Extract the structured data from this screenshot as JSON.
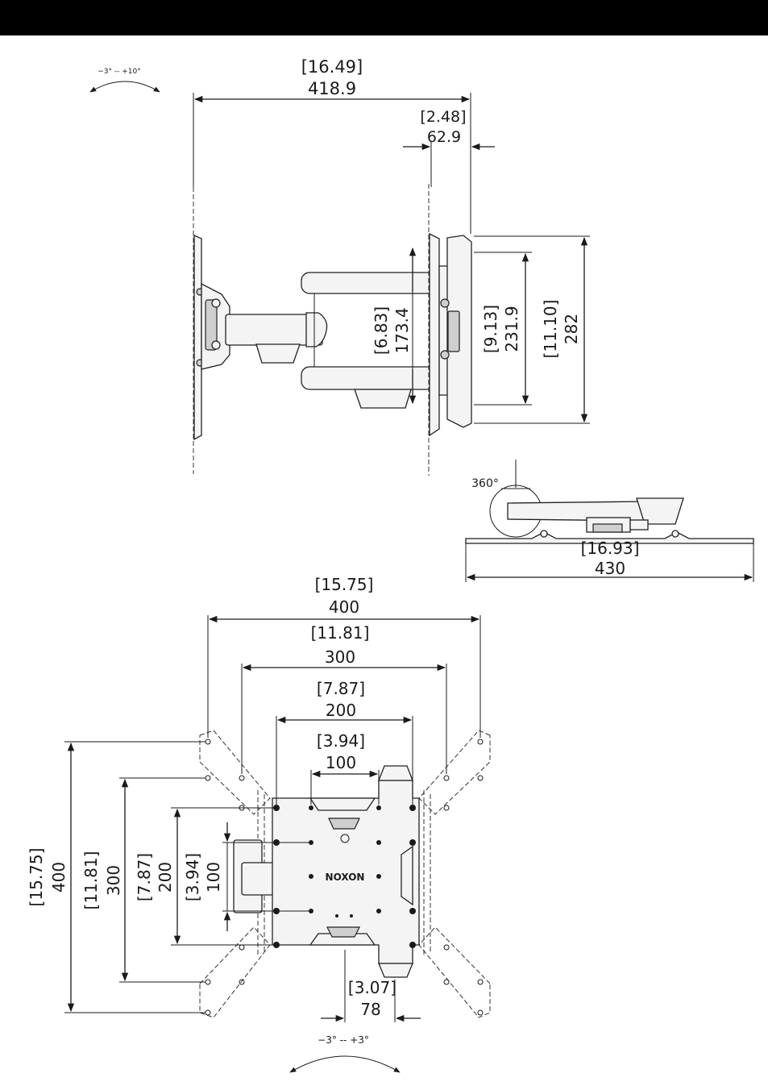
{
  "side_view": {
    "tilt_range": "−3° -- +10°",
    "overall_depth": {
      "inch": "[16.49]",
      "mm": "418.9"
    },
    "plate_depth": {
      "inch": "[2.48]",
      "mm": "62.9"
    },
    "arm_spacing": {
      "inch": "[6.83]",
      "mm": "173.4"
    },
    "hole_spacing": {
      "inch": "[9.13]",
      "mm": "231.9"
    },
    "plate_height": {
      "inch": "[11.10]",
      "mm": "282"
    }
  },
  "top_view": {
    "swivel": "360°",
    "width": {
      "inch": "[16.93]",
      "mm": "430"
    }
  },
  "front_view": {
    "logo": "NOXON",
    "level_range": "−3° -- +3°",
    "vesa_h": [
      {
        "inch": "[15.75]",
        "mm": "400"
      },
      {
        "inch": "[11.81]",
        "mm": "300"
      },
      {
        "inch": "[7.87]",
        "mm": "200"
      },
      {
        "inch": "[3.94]",
        "mm": "100"
      }
    ],
    "vesa_v": [
      {
        "inch": "[15.75]",
        "mm": "400"
      },
      {
        "inch": "[11.81]",
        "mm": "300"
      },
      {
        "inch": "[7.87]",
        "mm": "200"
      },
      {
        "inch": "[3.94]",
        "mm": "100"
      }
    ],
    "offset": {
      "inch": "[3.07]",
      "mm": "78"
    }
  }
}
